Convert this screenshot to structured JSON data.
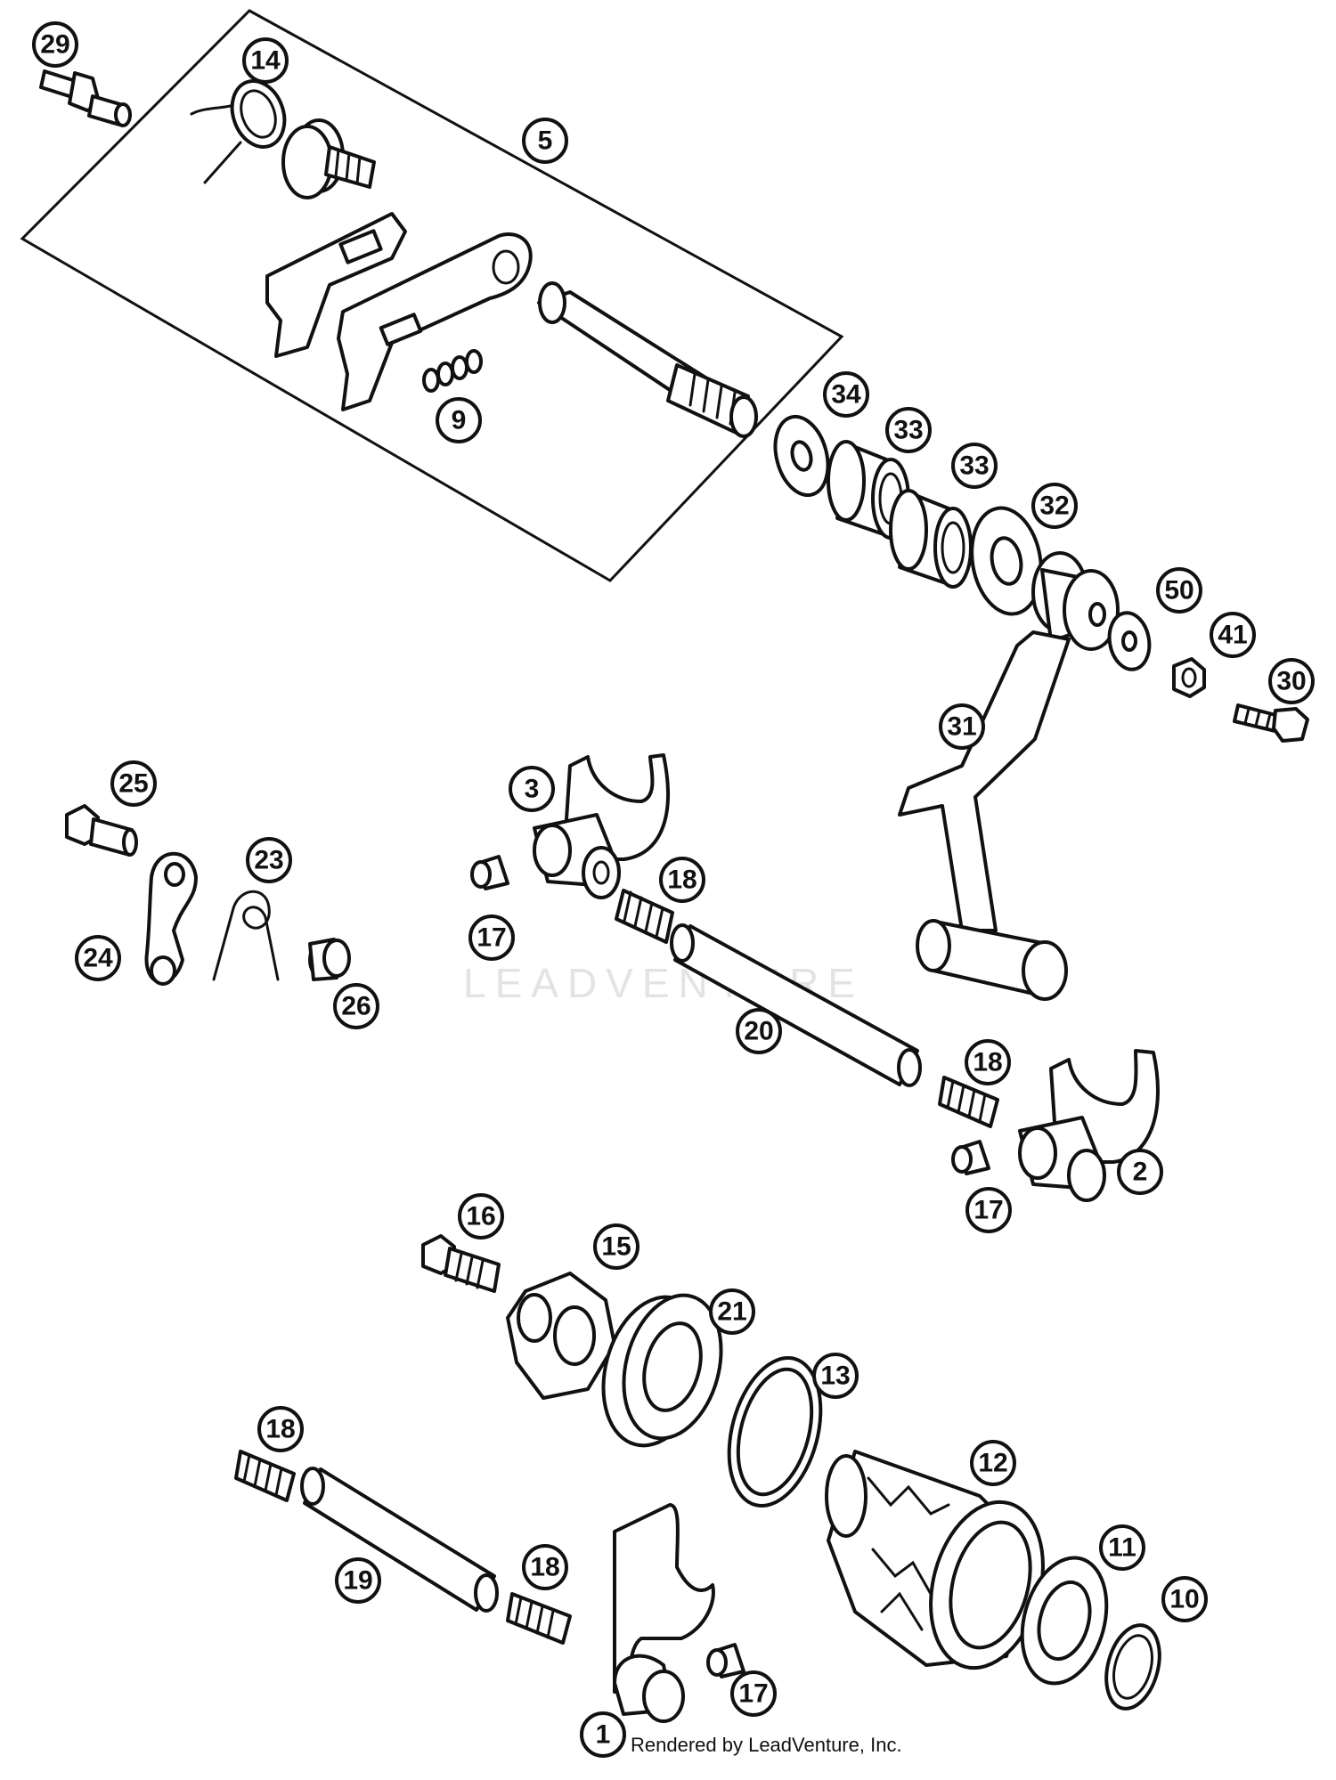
{
  "callouts": [
    {
      "id": "c29a",
      "label": "29"
    },
    {
      "id": "c14",
      "label": "14"
    },
    {
      "id": "c5",
      "label": "5"
    },
    {
      "id": "c9",
      "label": "9"
    },
    {
      "id": "c34",
      "label": "34"
    },
    {
      "id": "c33a",
      "label": "33"
    },
    {
      "id": "c33b",
      "label": "33"
    },
    {
      "id": "c32",
      "label": "32"
    },
    {
      "id": "c50",
      "label": "50"
    },
    {
      "id": "c41",
      "label": "41"
    },
    {
      "id": "c30",
      "label": "30"
    },
    {
      "id": "c31",
      "label": "31"
    },
    {
      "id": "c25",
      "label": "25"
    },
    {
      "id": "c23",
      "label": "23"
    },
    {
      "id": "c24",
      "label": "24"
    },
    {
      "id": "c26",
      "label": "26"
    },
    {
      "id": "c3",
      "label": "3"
    },
    {
      "id": "c18a",
      "label": "18"
    },
    {
      "id": "c17a",
      "label": "17"
    },
    {
      "id": "c20",
      "label": "20"
    },
    {
      "id": "c18b",
      "label": "18"
    },
    {
      "id": "c2",
      "label": "2"
    },
    {
      "id": "c17b",
      "label": "17"
    },
    {
      "id": "c16",
      "label": "16"
    },
    {
      "id": "c15",
      "label": "15"
    },
    {
      "id": "c21",
      "label": "21"
    },
    {
      "id": "c13",
      "label": "13"
    },
    {
      "id": "c12",
      "label": "12"
    },
    {
      "id": "c18c",
      "label": "18"
    },
    {
      "id": "c19",
      "label": "19"
    },
    {
      "id": "c18d",
      "label": "18"
    },
    {
      "id": "c11",
      "label": "11"
    },
    {
      "id": "c10",
      "label": "10"
    },
    {
      "id": "c17c",
      "label": "17"
    },
    {
      "id": "c1",
      "label": "1"
    }
  ],
  "watermark": "LEADVENTURE",
  "footer": "Rendered by LeadVenture, Inc."
}
